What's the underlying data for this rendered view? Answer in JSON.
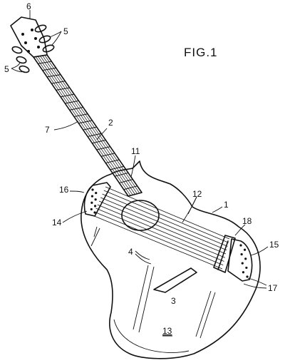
{
  "figure": {
    "title": "FIG.1"
  },
  "labels": {
    "l1": "1",
    "l2": "2",
    "l3": "3",
    "l4": "4",
    "l5a": "5",
    "l5b": "5",
    "l6": "6",
    "l7": "7",
    "l11": "11",
    "l12": "12",
    "l13": "13",
    "l14": "14",
    "l15": "15",
    "l16": "16",
    "l17": "17",
    "l18": "18"
  }
}
